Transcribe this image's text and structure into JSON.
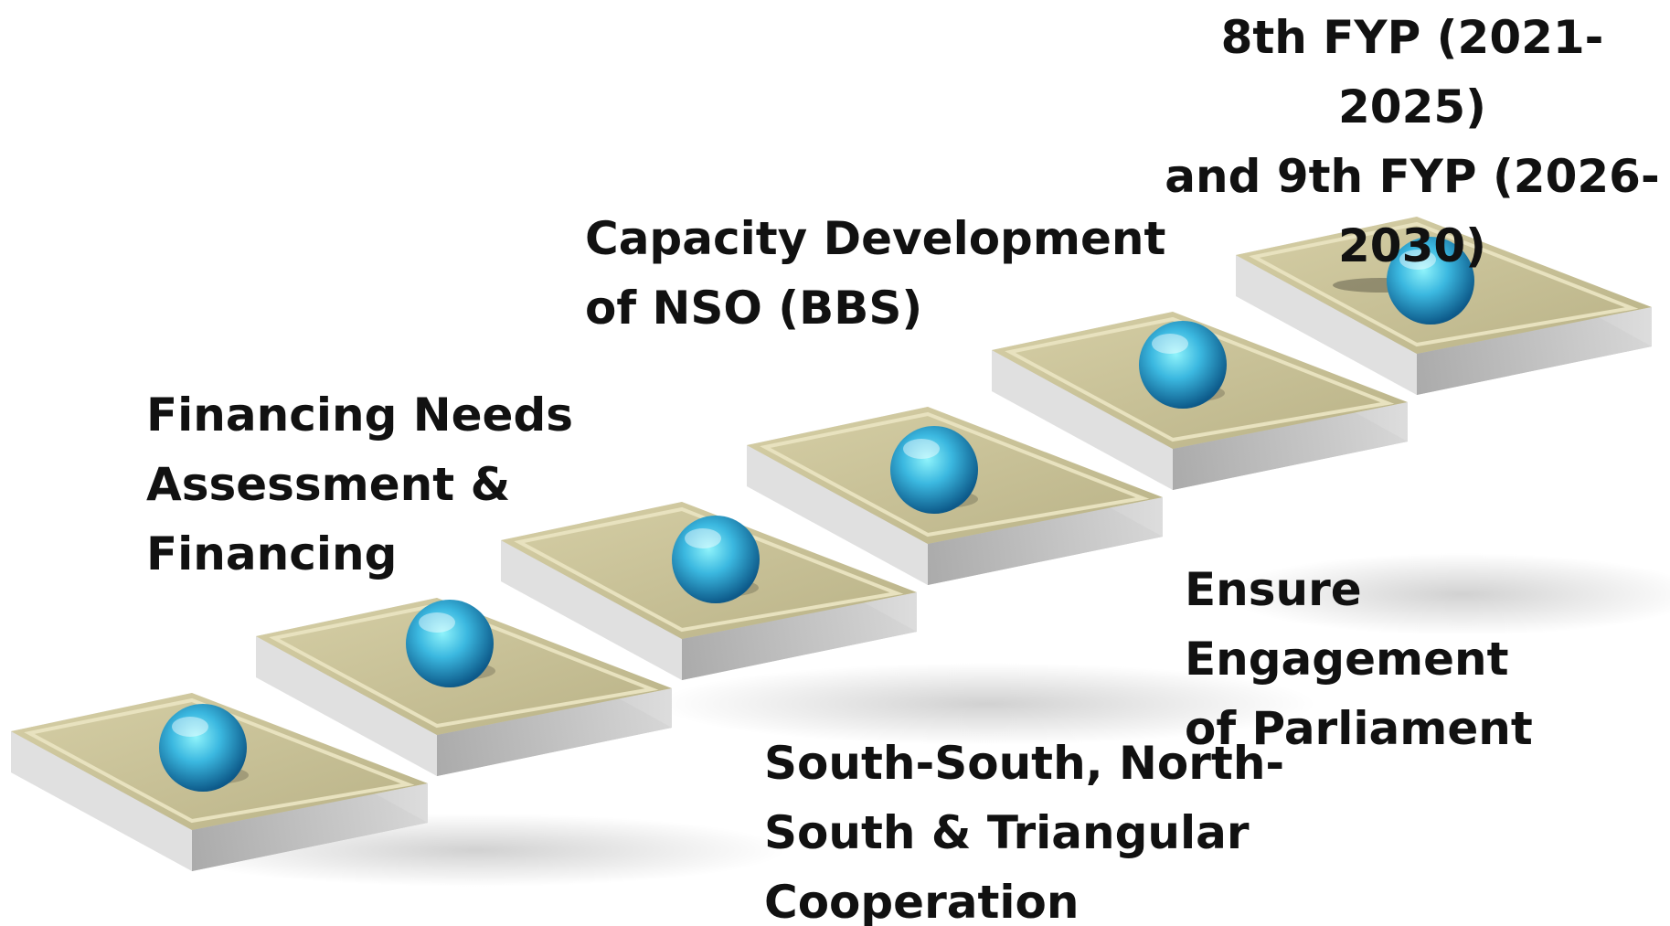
{
  "diagram": {
    "steps_count": 6,
    "colors": {
      "step_top": "#c9c29a",
      "step_top_edge": "#ddd7b3",
      "step_side": "#cfcfcf",
      "sphere_light": "#7fe8f4",
      "sphere_mid": "#2fa7d6",
      "sphere_dark": "#0f5f8e",
      "text": "#111111"
    },
    "labels": {
      "financing": "Financing Needs\nAssessment &\nFinancing",
      "capacity": "Capacity Development\nof NSO (BBS)",
      "fyp": "8th FYP (2021-2025)\nand 9th FYP (2026-\n2030)",
      "parliament": "Ensure Engagement\nof Parliament",
      "cooperation": "South-South, North-\nSouth & Triangular\nCooperation"
    }
  }
}
